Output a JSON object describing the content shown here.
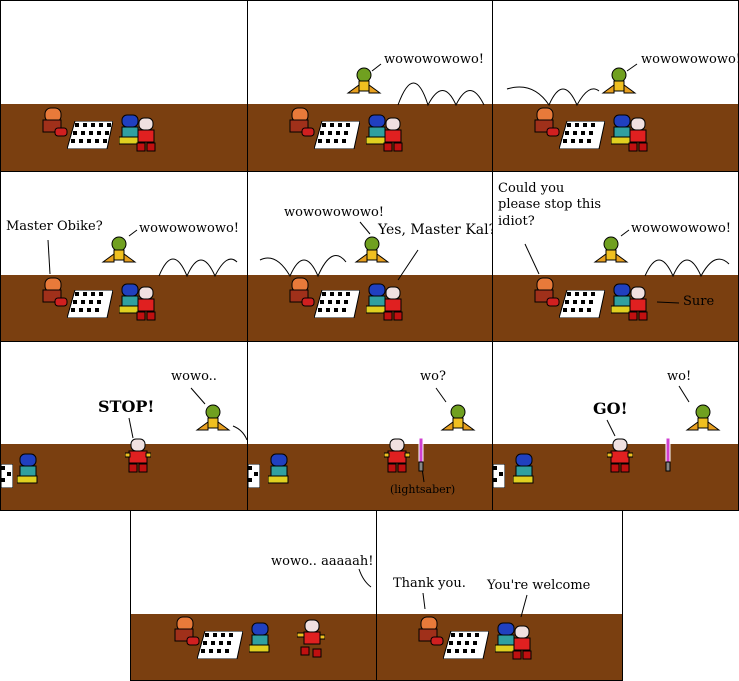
{
  "panels": [
    {
      "id": "p1",
      "bubbles": []
    },
    {
      "id": "p2",
      "bubbles": [
        {
          "text": "wowowowowo!"
        }
      ]
    },
    {
      "id": "p3",
      "bubbles": [
        {
          "text": "wowowowowo!"
        }
      ]
    },
    {
      "id": "p4",
      "bubbles": [
        {
          "text": "Master Obike?"
        },
        {
          "text": "wowowowowo!"
        }
      ]
    },
    {
      "id": "p5",
      "bubbles": [
        {
          "text": "wowowowowo!"
        },
        {
          "text": "Yes, Master Kal?"
        }
      ]
    },
    {
      "id": "p6",
      "bubbles": [
        {
          "text": "Could you\nplease stop this\nidiot?"
        },
        {
          "text": "wowowowowo!"
        },
        {
          "text": "Sure"
        }
      ]
    },
    {
      "id": "p7",
      "bubbles": [
        {
          "text": "wowo.."
        },
        {
          "text": "STOP!"
        }
      ]
    },
    {
      "id": "p8",
      "bubbles": [
        {
          "text": "wo?"
        },
        {
          "text": "(lightsaber)"
        }
      ]
    },
    {
      "id": "p9",
      "bubbles": [
        {
          "text": "wo!"
        },
        {
          "text": "GO!"
        }
      ]
    },
    {
      "id": "p10",
      "bubbles": [
        {
          "text": "wowo.. aaaaah!"
        }
      ]
    },
    {
      "id": "p11",
      "bubbles": [
        {
          "text": "Thank you."
        },
        {
          "text": "You're welcome"
        }
      ]
    }
  ],
  "colors": {
    "ground": "#7a3f10",
    "sky": "#ffffff",
    "lightsaber": "#d040d0"
  }
}
